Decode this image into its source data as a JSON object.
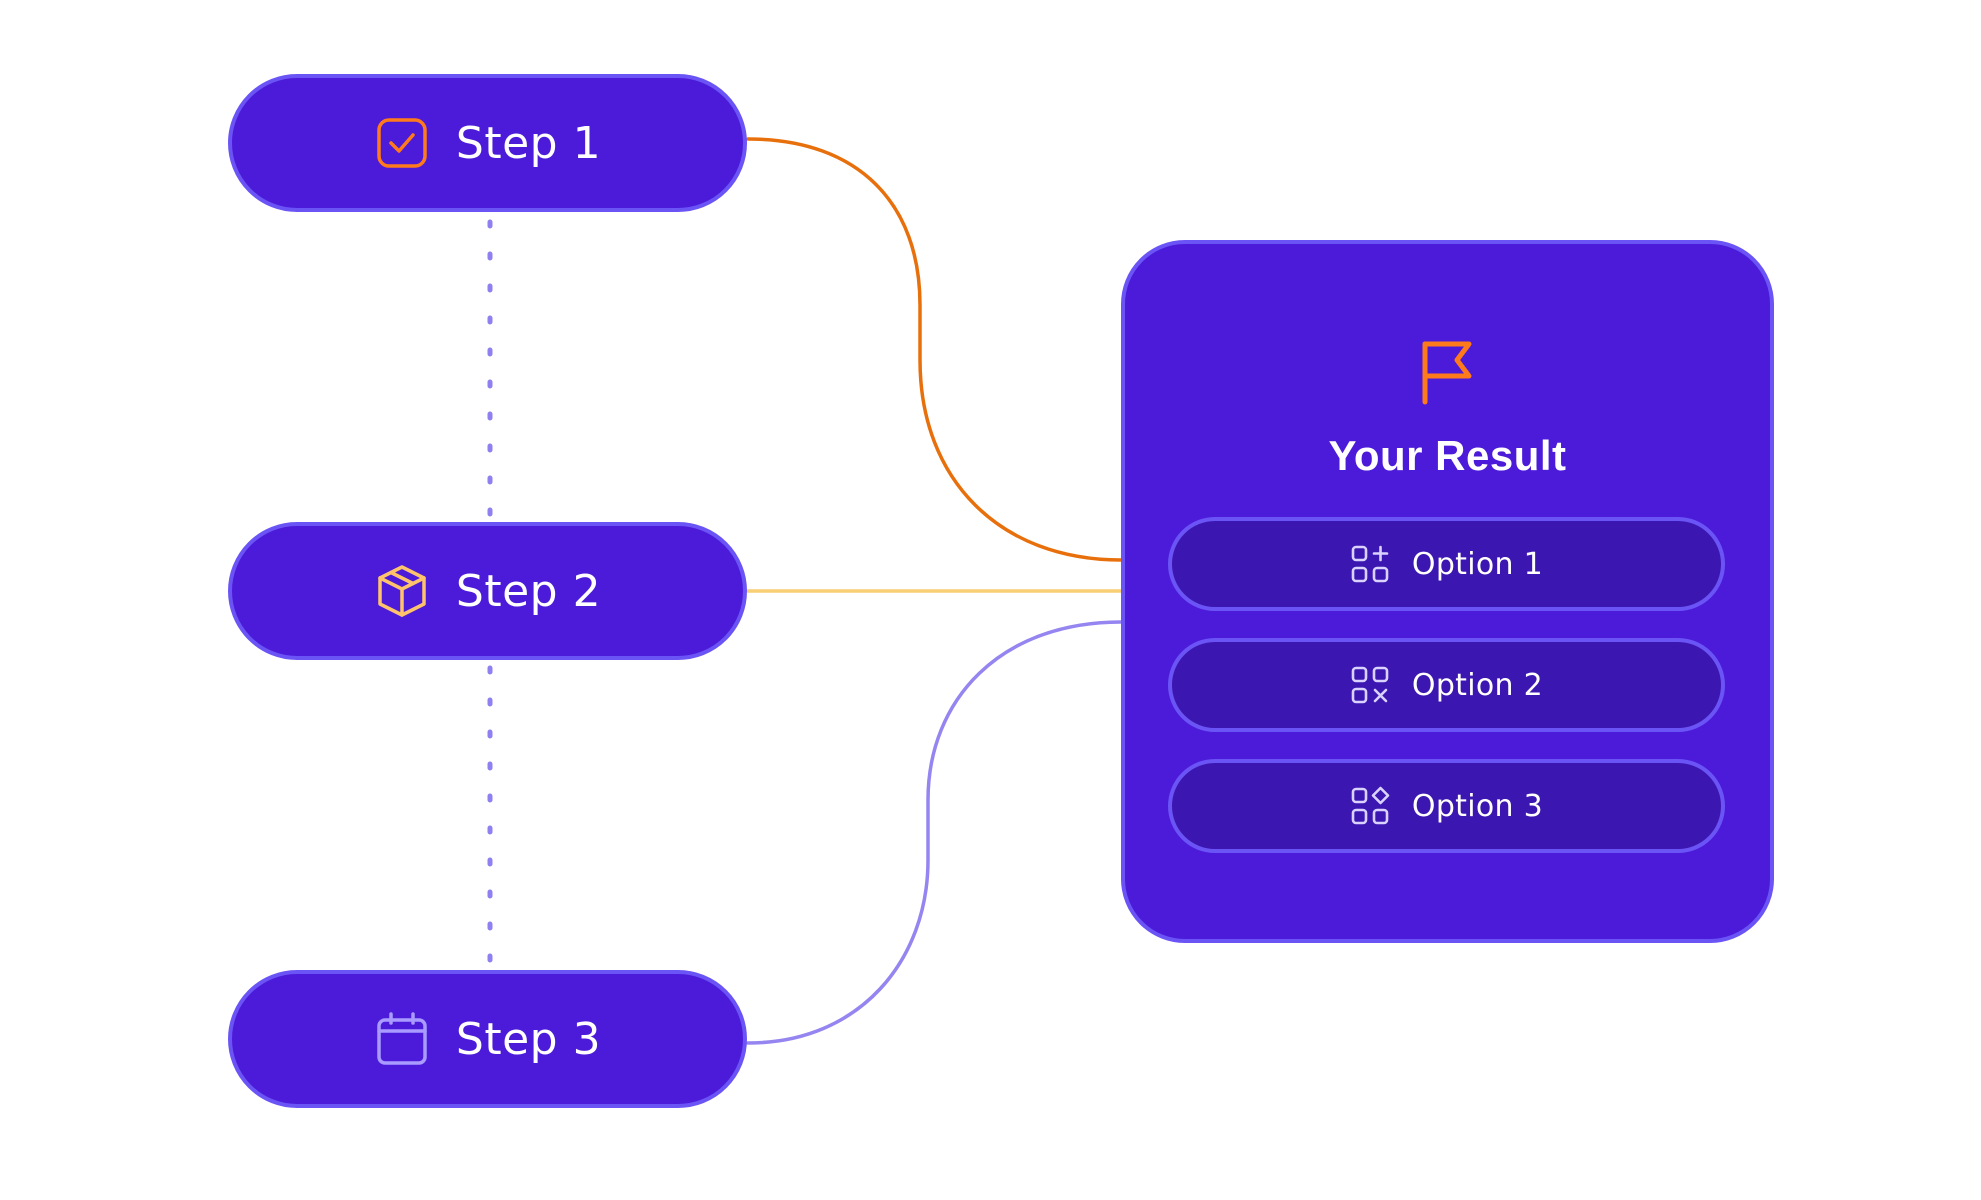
{
  "steps": [
    {
      "label": "Step 1",
      "icon": "checkbox-icon",
      "icon_color": "#ff7a1a"
    },
    {
      "label": "Step 2",
      "icon": "box-icon",
      "icon_color": "#ffc46b"
    },
    {
      "label": "Step 3",
      "icon": "calendar-icon",
      "icon_color": "#a99bff"
    }
  ],
  "result": {
    "title": "Your Result",
    "icon": "flag-icon",
    "icon_color": "#ff7a1a",
    "options": [
      {
        "label": "Option 1",
        "icon": "grid-plus-icon"
      },
      {
        "label": "Option 2",
        "icon": "grid-x-icon"
      },
      {
        "label": "Option 3",
        "icon": "grid-diamond-icon"
      }
    ]
  },
  "colors": {
    "pill_fill": "#4c1bd9",
    "pill_border": "#6b54f5",
    "option_fill": "#3c16b0",
    "connector_step1": "#e8700c",
    "connector_step2": "#f7cf75",
    "connector_step3": "#9585f0",
    "dotted_line": "#8f80f2"
  }
}
